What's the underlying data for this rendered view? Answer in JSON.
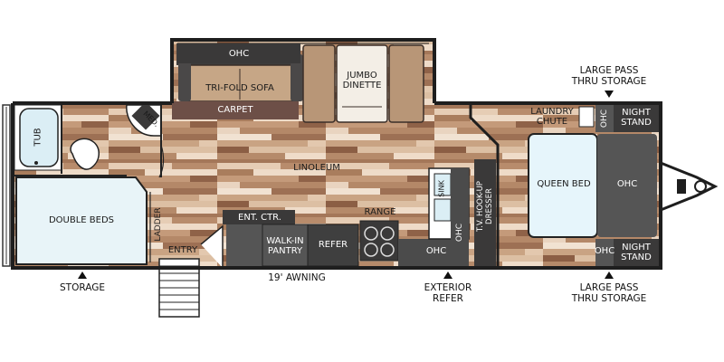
{
  "labels": {
    "ohc_top": "OHC",
    "tri_fold_sofa": "TRI-FOLD SOFA",
    "carpet": "CARPET",
    "jumbo_dinette": "JUMBO\nDINETTE",
    "med": "MED.",
    "tub": "TUB",
    "linoleum": "LINOLEUM",
    "double_beds": "DOUBLE BEDS",
    "ladder": "LADDER",
    "entry": "ENTRY",
    "ent_ctr": "ENT. CTR.",
    "walk_in_pantry": "WALK-IN\nPANTRY",
    "refer": "REFER",
    "range": "RANGE",
    "sink": "SINK",
    "ohc_kitchen": "OHC",
    "ohc_vertical": "OHC",
    "tv_hookup_dresser": "T.V. HOOK-UP\nDRESSER",
    "laundry_chute": "LAUNDRY\nCHUTE",
    "ohc_nightstand_top": "OHC",
    "night_stand_top": "NIGHT\nSTAND",
    "queen_bed": "QUEEN BED",
    "ohc_bed": "OHC",
    "ohc_nightstand_bottom": "OHC",
    "night_stand_bottom": "NIGHT\nSTAND"
  },
  "exterior": {
    "large_pass_thru_top": "LARGE PASS\nTHRU STORAGE",
    "storage": "STORAGE",
    "awning": "19' AWNING",
    "exterior_refer": "EXTERIOR\nREFER",
    "large_pass_thru_bottom": "LARGE PASS\nTHRU STORAGE"
  },
  "colors": {
    "wall": "#1e1e1e",
    "floor_light": "#d9b99b",
    "floor_dark": "#9b6d4f",
    "carpet": "#6b4e46",
    "cabinet": "#555555",
    "bed_fill": "#eaf6fb",
    "cushion": "#c8a98c"
  }
}
